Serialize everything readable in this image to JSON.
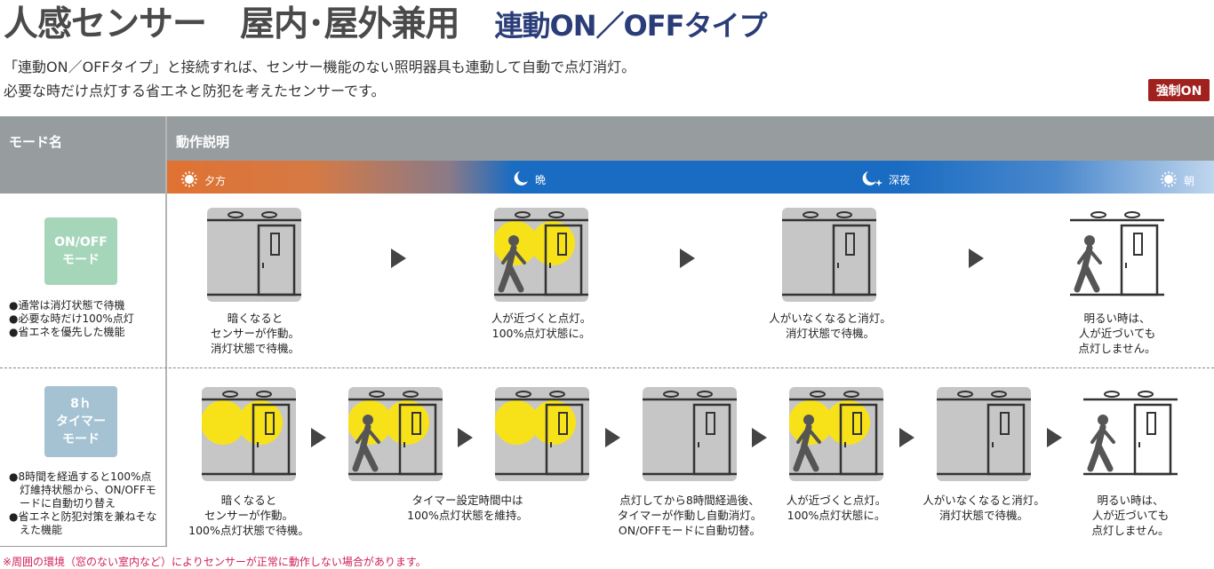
{
  "title": {
    "main": "人感センサー",
    "sub1": "屋内･屋外兼用",
    "sub2": "連動ON／OFFタイプ"
  },
  "intro": [
    "「連動ON／OFFタイプ」と接続すれば、センサー機能のない照明器具も連動して自動で点灯消灯。",
    "必要な時だけ点灯する省エネと防犯を考えたセンサーです。"
  ],
  "force_on": "強制ON",
  "header": {
    "mode": "モード名",
    "desc": "動作説明"
  },
  "times": [
    {
      "label": "夕方",
      "icon": "sun-icon"
    },
    {
      "label": "晩",
      "icon": "moon-icon"
    },
    {
      "label": "深夜",
      "icon": "moon-star-icon"
    },
    {
      "label": "朝",
      "icon": "sun-icon"
    }
  ],
  "modes": [
    {
      "badge": [
        "ON/OFF",
        "モード"
      ],
      "color": "#a6d6b9",
      "bullets": [
        "●通常は消灯状態で待機",
        "●必要な時だけ100%点灯",
        "●省エネを優先した機能"
      ],
      "scenes": [
        {
          "lit": false,
          "person": false,
          "white": false
        },
        {
          "lit": true,
          "person": true,
          "white": false
        },
        {
          "lit": false,
          "person": false,
          "white": false
        },
        {
          "lit": false,
          "person": true,
          "white": true
        }
      ],
      "captions": [
        [
          "暗くなると",
          "センサーが作動。",
          "消灯状態で待機。"
        ],
        [
          "人が近づくと点灯。",
          "100%点灯状態に。"
        ],
        [
          "人がいなくなると消灯。",
          "消灯状態で待機。"
        ],
        [
          "明るい時は、",
          "人が近づいても",
          "点灯しません。"
        ]
      ]
    },
    {
      "badge": [
        "8ｈ",
        "タイマー",
        "モード"
      ],
      "color": "#a5c2d3",
      "bullets": [
        "●8時間を経過すると100%点灯維持状態から、ON/OFFモードに自動切り替え",
        "●省エネと防犯対策を兼ねそなえた機能"
      ],
      "scenes": [
        {
          "lit": true,
          "person": false,
          "white": false
        },
        {
          "lit": true,
          "person": true,
          "white": false
        },
        {
          "lit": true,
          "person": false,
          "white": false
        },
        {
          "lit": false,
          "person": false,
          "white": false
        },
        {
          "lit": true,
          "person": true,
          "white": false
        },
        {
          "lit": false,
          "person": false,
          "white": false
        },
        {
          "lit": false,
          "person": true,
          "white": true
        }
      ],
      "captions": [
        [
          "暗くなると",
          "センサーが作動。",
          "100%点灯状態で待機。"
        ],
        [
          "タイマー設定時間中は",
          "100%点灯状態を維持。"
        ],
        [
          "点灯してから8時間経過後、",
          "タイマーが作動し自動消灯。",
          "ON/OFFモードに自動切替。"
        ],
        [
          "人が近づくと点灯。",
          "100%点灯状態に。"
        ],
        [
          "人がいなくなると消灯。",
          "消灯状態で待機。"
        ],
        [
          "明るい時は、",
          "人が近づいても",
          "点灯しません。"
        ]
      ]
    }
  ],
  "footnote": "※周囲の環境（窓のない室内など）によりセンサーが正常に動作しない場合があります。"
}
